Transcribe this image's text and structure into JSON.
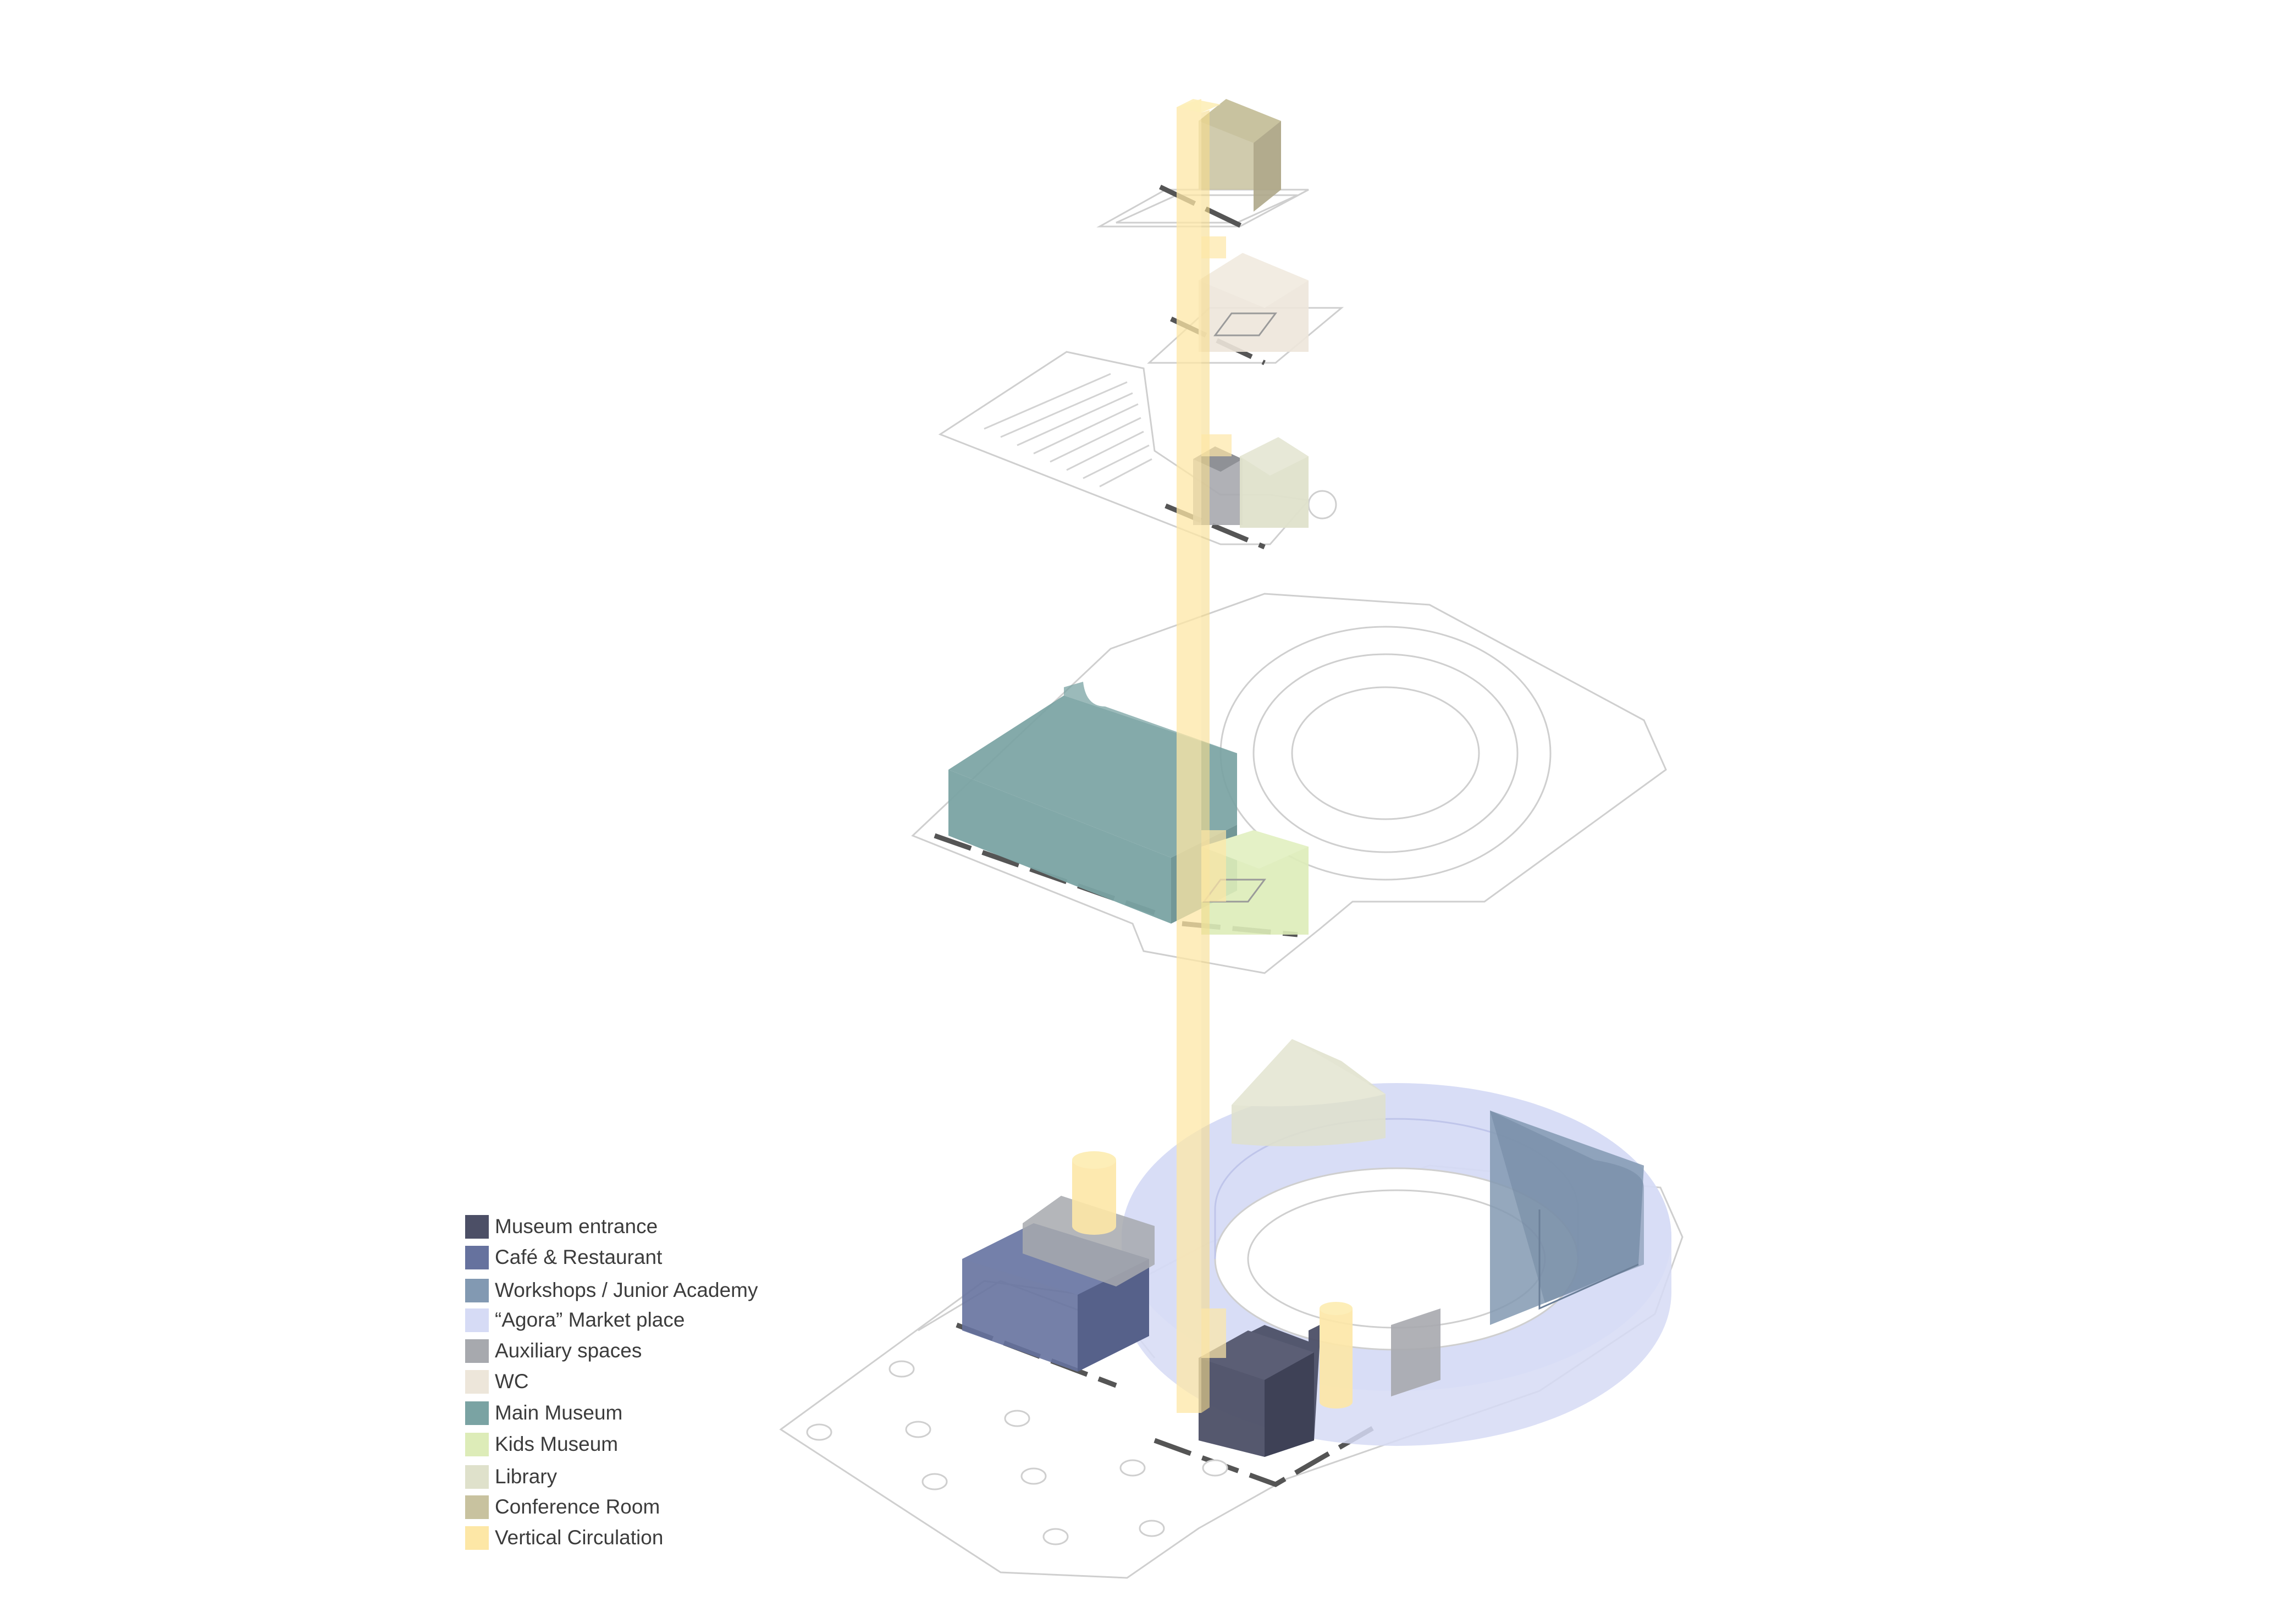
{
  "diagram": {
    "levels": [
      {
        "id": "level-5",
        "zones": [
          "Conference Room",
          "Vertical Circulation"
        ]
      },
      {
        "id": "level-4",
        "zones": [
          "WC",
          "Vertical Circulation"
        ]
      },
      {
        "id": "level-3",
        "zones": [
          "Auxiliary spaces",
          "Library",
          "Vertical Circulation"
        ]
      },
      {
        "id": "level-2",
        "zones": [
          "Main Museum",
          "Kids Museum",
          "Vertical Circulation"
        ]
      },
      {
        "id": "level-1",
        "zones": [
          "Museum entrance",
          "Café & Restaurant",
          "Workshops / Junior Academy",
          "“Agora” Market place",
          "Auxiliary spaces",
          "Library",
          "Vertical Circulation"
        ]
      }
    ]
  },
  "legend": {
    "items": [
      {
        "label": "Museum entrance",
        "color": "#4c4f66"
      },
      {
        "label": "Café & Restaurant",
        "color": "#66729e"
      },
      {
        "label": "Workshops / Junior Academy",
        "color": "#8299b2"
      },
      {
        "label": "“Agora” Market place",
        "color": "#d6dbf5"
      },
      {
        "label": "Auxiliary spaces",
        "color": "#a7a9ae"
      },
      {
        "label": "WC",
        "color": "#ede6da"
      },
      {
        "label": "Main Museum",
        "color": "#7aa3a3"
      },
      {
        "label": "Kids Museum",
        "color": "#ddecb8"
      },
      {
        "label": "Library",
        "color": "#dfe1cb"
      },
      {
        "label": "Conference Room",
        "color": "#c8c29f"
      },
      {
        "label": "Vertical Circulation",
        "color": "#fde7a6"
      }
    ]
  }
}
